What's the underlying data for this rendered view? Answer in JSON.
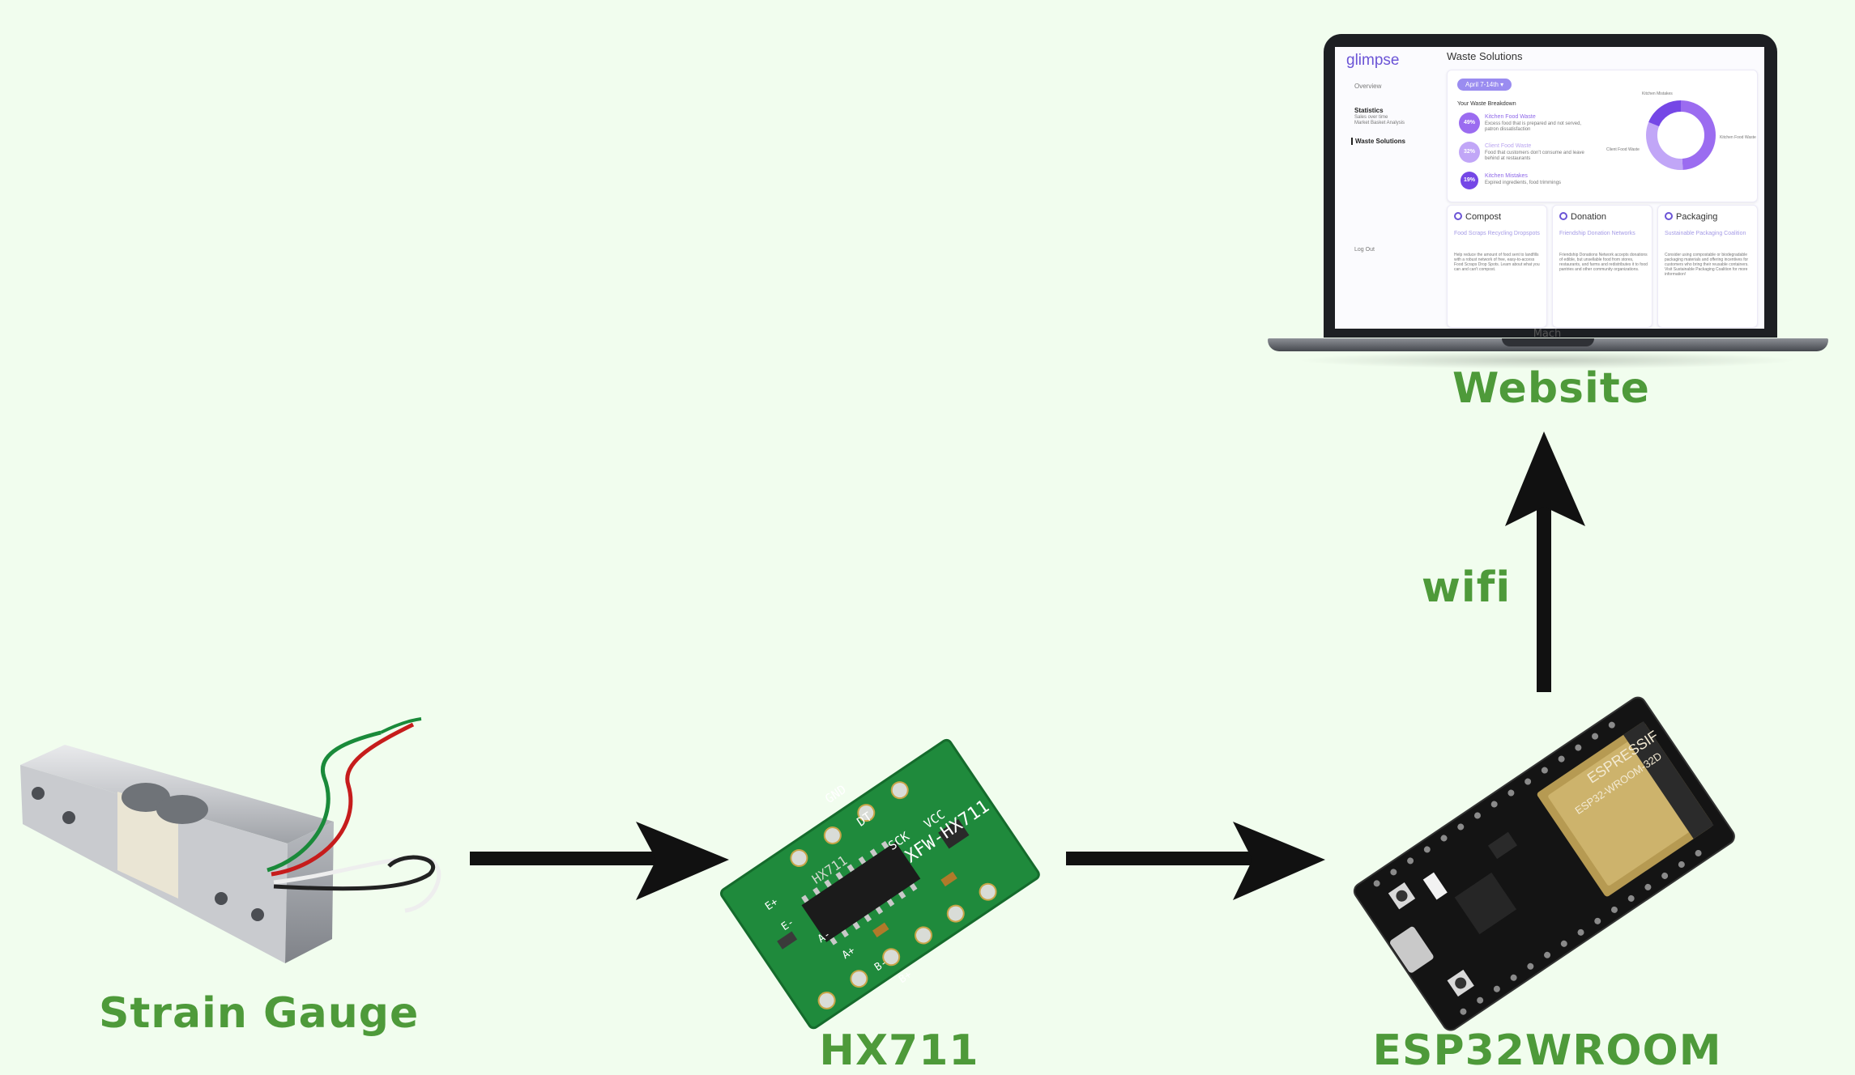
{
  "labels": {
    "strain_gauge": "Strain Gauge",
    "hx711": "HX711",
    "esp32": "ESP32WROOM",
    "website": "Website",
    "wifi": "wifi"
  },
  "hx711_board": {
    "pins_top": [
      "GND",
      "DT",
      "SCK",
      "VCC"
    ],
    "pins_left": [
      "E+",
      "E-",
      "A-",
      "A+",
      "B-",
      "B+"
    ],
    "chip_text": "HX711",
    "board_label": "XFW-HX711"
  },
  "esp32_board": {
    "module_brand": "ESPRESSIF",
    "module_name": "ESP32-WROOM-32D"
  },
  "website_screen": {
    "logo": "glimpse",
    "nav": {
      "overview": "Overview",
      "statistics": "Statistics",
      "stat_sub1": "Sales over time",
      "stat_sub2": "Market Basket Analysis",
      "waste_solutions": "Waste Solutions",
      "logout": "Log Out"
    },
    "page_title": "Waste Solutions",
    "date_pill": "April 7-14th ▾",
    "breakdown_title": "Your Waste Breakdown",
    "items": [
      {
        "pct": "49%",
        "title": "Kitchen Food Waste",
        "desc": "Excess food that is prepared and not served, patron dissatisfaction",
        "color": "#9b6cf0"
      },
      {
        "pct": "32%",
        "title": "Client Food Waste",
        "desc": "Food that customers don't consume and leave behind at restaurants",
        "color": "#c1a6f7"
      },
      {
        "pct": "19%",
        "title": "Kitchen Mistakes",
        "desc": "Expired ingredients, food trimmings",
        "color": "#7547e6"
      }
    ],
    "donut_labels": {
      "top": "Kitchen Mistakes",
      "left": "Client Food Waste",
      "right": "Kitchen Food Waste"
    },
    "solutions": [
      {
        "title": "Compost",
        "sub": "Food Scraps Recycling Dropspots",
        "text": "Help reduce the amount of food sent to landfills with a robust network of free, easy-to-access Food Scraps Drop Spots. Learn about what you can and can't compost."
      },
      {
        "title": "Donation",
        "sub": "Friendship Donation Networks",
        "text": "Friendship Donations Network accepts donations of edible, but unsellable food from stores, restaurants, and farms and redistributes it to food pantries and other community organizations."
      },
      {
        "title": "Packaging",
        "sub": "Sustainable Packaging Coalition",
        "text": "Consider using compostable or biodegradable packaging materials and offering incentives for customers who bring their reusable containers. Visit Sustainable Packaging Coalition for more information!"
      }
    ],
    "laptop_model": "Mach"
  },
  "colors": {
    "background": "#f1fdee",
    "label_green": "#4e9a3a",
    "arrow": "#111111",
    "pcb_green": "#1f8a3c",
    "esp_black": "#141414"
  }
}
